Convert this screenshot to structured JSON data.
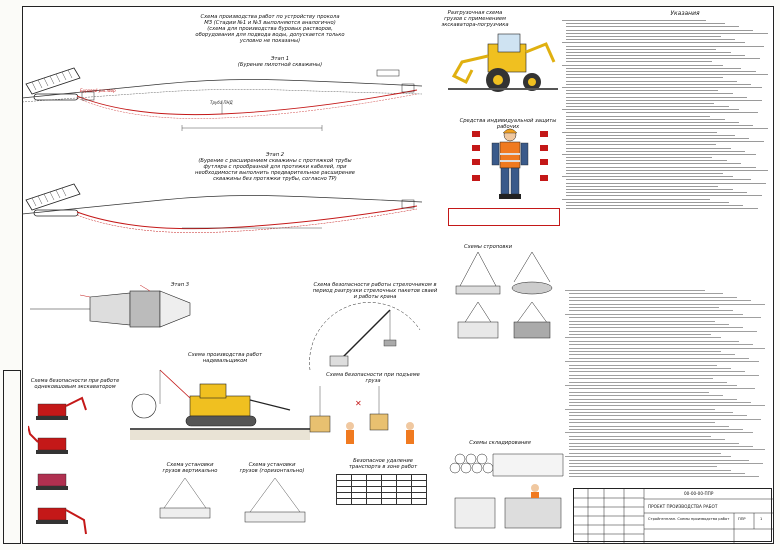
{
  "texts": {
    "scheme_main": "Схема производства работ по устройству прокола\nМЗ (Стадии №1 и №3 выполняются аналогично)\n(схема для производства буровых растворов,\nоборудования для подвода воды, допускается только\nусловно не показаны)",
    "stage1": "Этап 1\n(Бурение пилотной скважины)",
    "stage2": "Этап 2\n(Бурение с расширением скважины с протяжкой трубы\nфутляра с прообразной для протяжки кабелей, при\nнеобходимости выполнить предварительное расширение\nскважины без протяжки трубы, согласно ТР)",
    "stage3": "Этап 3",
    "unloading": "Разгрузочная схема\nгрузов с применением\nэкскаватора-погрузчика",
    "notes_title": "Указания",
    "ppe": "Средства индивидуальной защиты рабочих",
    "slinging": "Схемы строповки",
    "storage": "Схемы складирования",
    "crane_zone": "Схема безопасности работы стрелочником в\nпериод разгрузки стрелочных пакетов сваей\nи работы крана",
    "pipe_laying": "Схема производства работ\nнадевальщиком",
    "excavator_safety": "Схема безопасности при работе\nоднековшовым экскаватором",
    "lifting_safety": "Схема безопасности при подъеме груза",
    "safe_distance": "Безопасное удаление\nтранспорта в зоне работ",
    "sling_vertical": "Схема установки\nгрузов вертикально",
    "sling_horizontal": "Схема установки\nгрузов (горизонтально)",
    "title_project": "ПРОЕКТ ПРОИЗВОДСТВА РАБОТ",
    "title_sheet": "Стройгенплан. Схемы производства работ",
    "title_code": "00-00-00-ППР",
    "title_stage": "ППР",
    "title_sheet_no": "1",
    "label_grout": "Буровой раствор",
    "label_pipe": "Труба ПНД",
    "label_rig": "Буровая установка"
  }
}
